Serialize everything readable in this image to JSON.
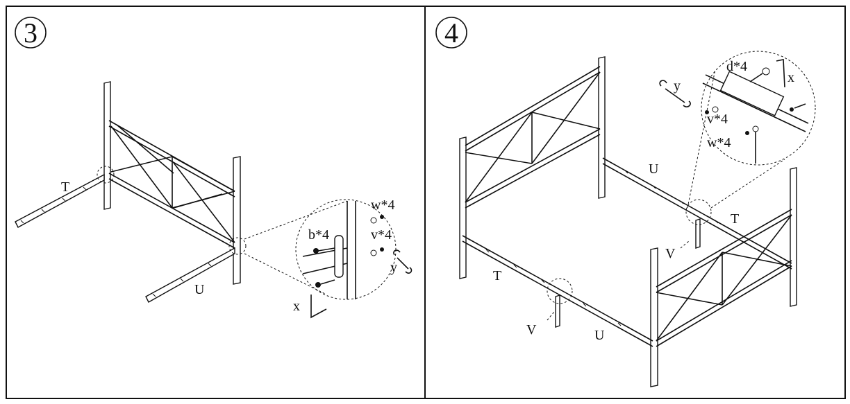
{
  "panels": [
    {
      "step": "3",
      "labels": {
        "t": "T",
        "u": "U",
        "x": "x",
        "y": "y",
        "b": "b*4",
        "w": "w*4",
        "v": "v*4"
      }
    },
    {
      "step": "4",
      "labels": {
        "u_top": "U",
        "t_right": "T",
        "t_left": "T",
        "u_bottom": "U",
        "v_center": "V",
        "v_left": "V",
        "d": "d*4",
        "x": "x",
        "y": "y",
        "v": "v*4",
        "w": "w*4"
      }
    }
  ]
}
